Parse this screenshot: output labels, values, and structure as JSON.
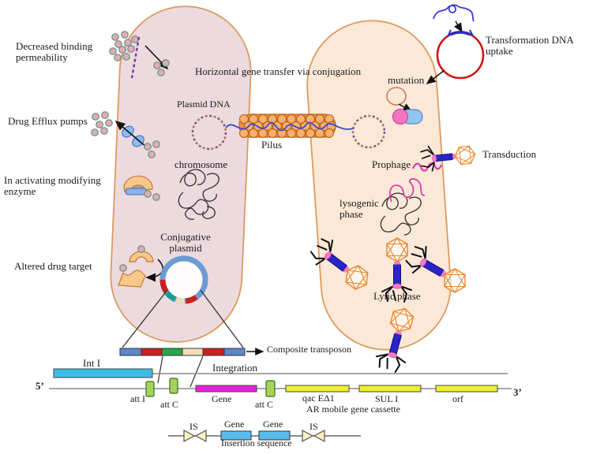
{
  "palette": {
    "left_cell_fill": "#ecdade",
    "right_cell_fill": "#fbe8d7",
    "membrane": "#dd9a5e",
    "drug_fill": "#e7a6c1",
    "drug_stroke": "#6f9e7f",
    "pump_blue": "#8cbcf0",
    "pilus_orange": "#ed9040",
    "phage_head": "#e8872a",
    "phage_tail": "#2a24c8",
    "prophage_pink": "#e03ab0",
    "plasmid_blue": "#6b9bd2",
    "red": "#cc1f1f",
    "teal": "#1a9d8a",
    "beige": "#f2dcba",
    "transformation_red": "#d01515",
    "dna_blue": "#3a3ad0",
    "int1_bar": "#3bbde8",
    "gene_bar": "#e81ee0",
    "att_green": "#a6d35c",
    "cassette_yellow": "#f0f02a",
    "is_gene_blue": "#58bbec",
    "is_triangle": "#f8f3c0",
    "transposon_blue": "#5b88c8",
    "transposon_green": "#2aa54a"
  },
  "labels": {
    "decreased_binding": "Decreased binding\npermeability",
    "drug_efflux": "Drug Efflux pumps",
    "inactivating_enzyme": "In activating modifying\nenzyme",
    "altered_target": "Altered drug target",
    "hgt_conjugation": "Horizontal gene transfer via conjugation",
    "plasmid_dna": "Plasmid DNA",
    "pilus": "Pilus",
    "chromosome": "chromosome",
    "conjugative_plasmid": "Conjugative\nplasmid",
    "mutation": "mutation",
    "transformation": "Transformation DNA uptake",
    "prophage": "Prophage",
    "transduction": "Transduction",
    "lysogenic_phase": "lysogenic\nphase",
    "lytic_phase": "Lytic phase",
    "composite_transposon": "Composite transposon",
    "integration": "Integration",
    "int_i": "Int I",
    "five_prime": "5’",
    "three_prime": "3’",
    "att_i": "att I",
    "att_c1": "att C",
    "gene_cassette": "Gene",
    "att_c2": "att C",
    "qac": "qac EΔ1",
    "ar_cassette": "AR mobile gene cassette",
    "sul": "SUL I",
    "orf": "orf",
    "is_left": "IS",
    "is_right": "IS",
    "is_gene1": "Gene",
    "is_gene2": "Gene",
    "insertion_sequence": "Insertion sequence"
  }
}
